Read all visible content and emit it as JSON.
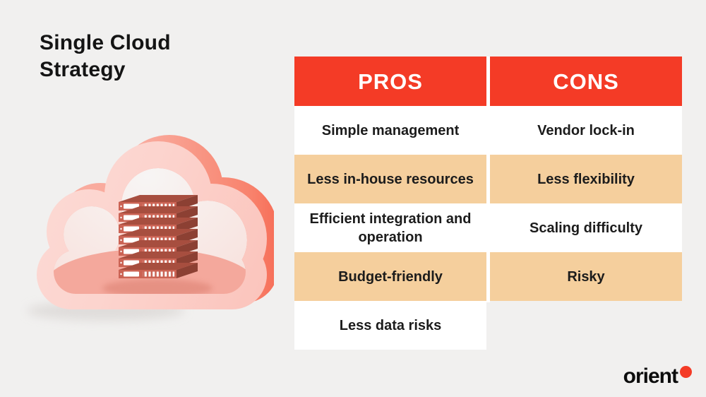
{
  "page": {
    "title": "Single Cloud Strategy"
  },
  "table": {
    "headers": [
      "PROS",
      "CONS"
    ],
    "pros": [
      "Simple management",
      "Less in-house resources",
      "Efficient integration and operation",
      "Budget-friendly",
      "Less data risks"
    ],
    "cons": [
      "Vendor lock-in",
      "Less flexibility",
      "Scaling difficulty",
      "Risky"
    ]
  },
  "logo": {
    "text": "orient"
  },
  "illustration": {
    "label": "3D pink cloud ring containing a stack of seven red server units"
  },
  "colors": {
    "background": "#f1f0ef",
    "accent_red": "#f43b26",
    "row_peach": "#f5cf9d",
    "cell_white": "#ffffff",
    "text_dark": "#1c1c1c",
    "header_text": "#ffffff"
  }
}
